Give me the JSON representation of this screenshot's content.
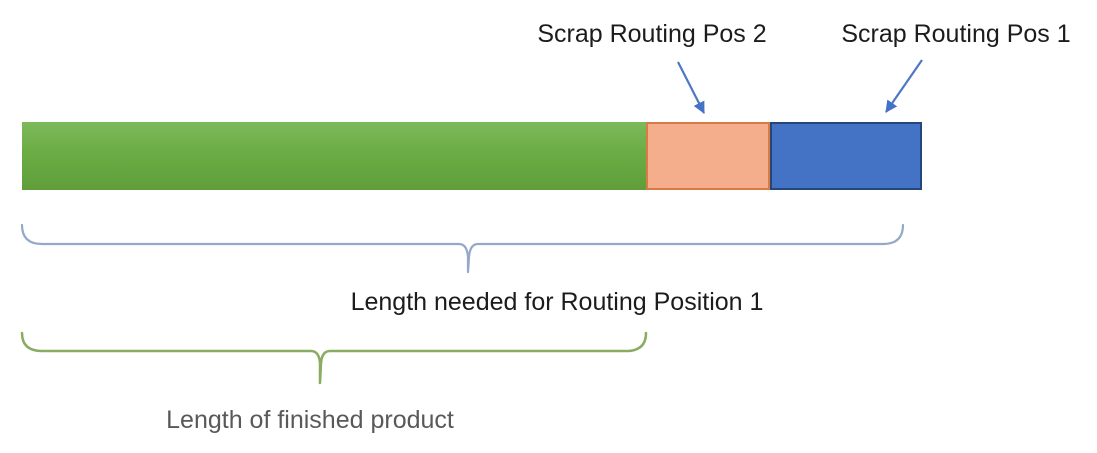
{
  "diagram": {
    "callouts": [
      {
        "label": "Scrap Routing Pos 2",
        "points_to": "scrap-segment-pos-2",
        "arrow_color": "#4472c4"
      },
      {
        "label": "Scrap Routing Pos 1",
        "points_to": "scrap-segment-pos-1",
        "arrow_color": "#4472c4"
      }
    ],
    "bar": {
      "segments": [
        {
          "id": "finished-product-segment",
          "fill": "#6cac44"
        },
        {
          "id": "scrap-segment-pos-2",
          "fill": "#f4ae8b",
          "stroke": "#d97b45"
        },
        {
          "id": "scrap-segment-pos-1",
          "fill": "#4472c4",
          "stroke": "#24477a"
        }
      ]
    },
    "braces": [
      {
        "label": "Length needed for Routing Position 1",
        "color": "#94a8c9",
        "spans": [
          "finished-product-segment",
          "scrap-segment-pos-2",
          "scrap-segment-pos-1"
        ]
      },
      {
        "label": "Length of finished product",
        "color": "#8aac62",
        "spans": [
          "finished-product-segment"
        ]
      }
    ]
  }
}
